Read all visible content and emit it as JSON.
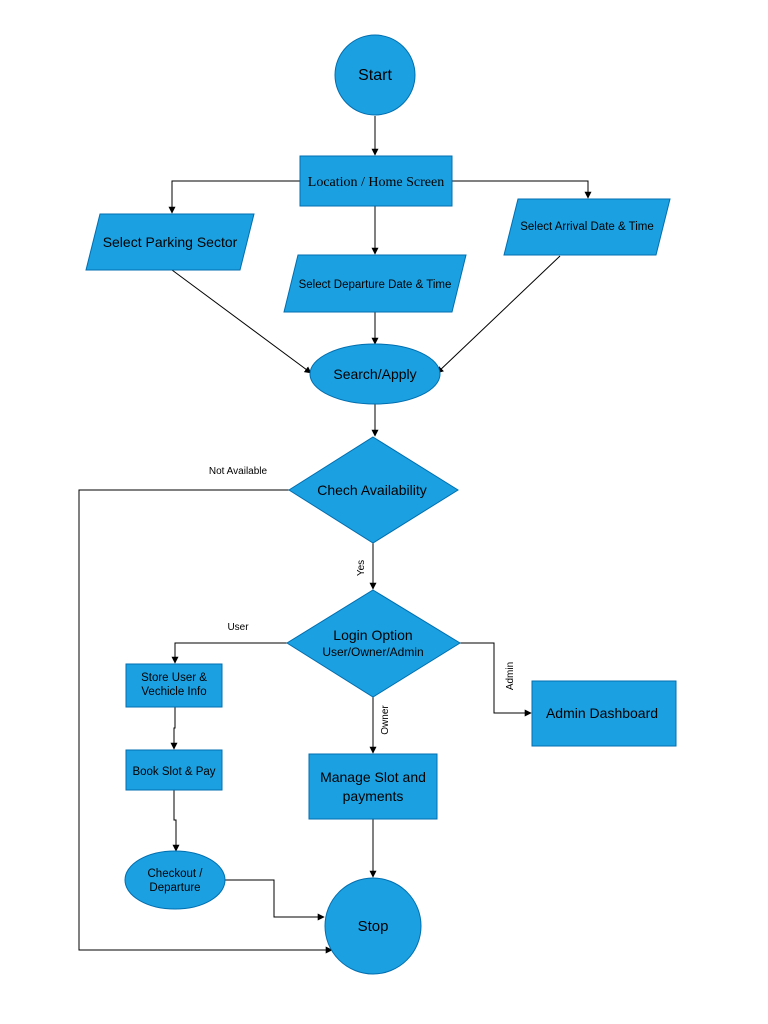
{
  "colors": {
    "node_fill": "#1ba1e2",
    "node_stroke": "#006eaf",
    "edge": "#000000",
    "text": "#000000",
    "background": "#ffffff"
  },
  "nodes": {
    "start": "Start",
    "location": "Location / Home Screen",
    "parking_sector": "Select Parking Sector",
    "departure": "Select Departure Date & Time",
    "arrival": "Select Arrival Date & Time",
    "search": "Search/Apply",
    "availability": "Chech Availability",
    "login_line1": "Login Option",
    "login_line2": "User/Owner/Admin",
    "store_line1": "Store User &",
    "store_line2": "Vechicle Info",
    "book": "Book Slot & Pay",
    "checkout_line1": "Checkout /",
    "checkout_line2": "Departure",
    "manage_line1": "Manage Slot and",
    "manage_line2": "payments",
    "admin": "Admin Dashboard",
    "stop": "Stop"
  },
  "edge_labels": {
    "not_available": "Not Available",
    "yes": "Yes",
    "user": "User",
    "owner": "Owner",
    "admin": "Admin"
  }
}
